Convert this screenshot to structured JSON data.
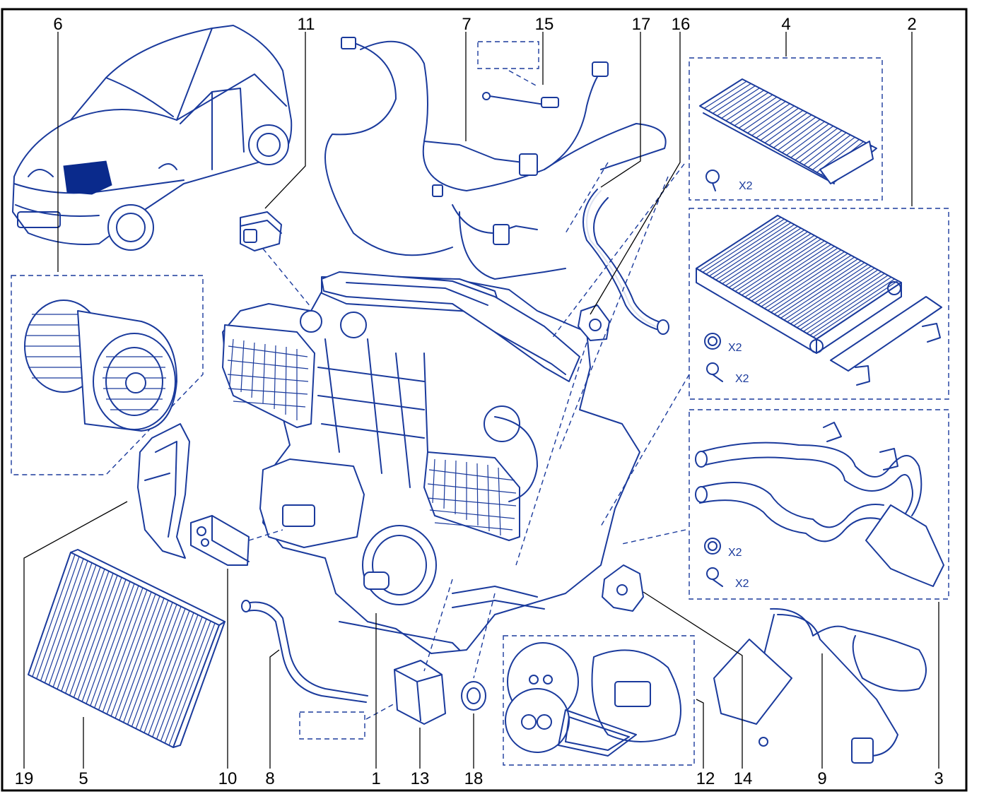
{
  "diagram": {
    "callouts": {
      "c1": "1",
      "c2": "2",
      "c3": "3",
      "c4": "4",
      "c5": "5",
      "c6": "6",
      "c7": "7",
      "c8": "8",
      "c9": "9",
      "c10": "10",
      "c11": "11",
      "c12": "12",
      "c13": "13",
      "c14": "14",
      "c15": "15",
      "c16": "16",
      "c17": "17",
      "c18": "18",
      "c19": "19"
    },
    "quantities": {
      "q4_screw": "X2",
      "q2_oring": "X2",
      "q2_screw": "X2",
      "q3_oring": "X2",
      "q3_screw": "X2"
    },
    "colors": {
      "ink": "#1a3a9c",
      "frame": "#000000",
      "accent": "#0a2a8c"
    }
  }
}
